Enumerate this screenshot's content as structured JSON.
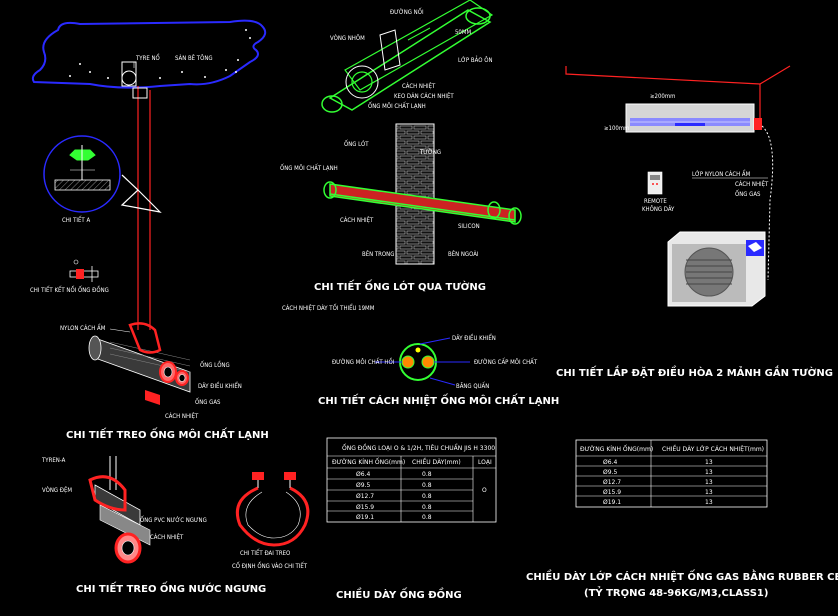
{
  "titles": {
    "hang_refrigerant": "CHI TIẾT TREO ỐNG MÔI CHẤT LẠNH",
    "hang_condensate": "CHI TIẾT TREO ỐNG NƯỚC NGƯNG",
    "sleeve_wall": "CHI TIẾT ỐNG LÓT QUA TƯỜNG",
    "insulation_pipe": "CHI TIẾT CÁCH NHIỆT ỐNG MÔI CHẤT LẠNH",
    "install_ac": "CHI TIẾT LẮP ĐẶT ĐIỀU HÒA 2 MẢNH GẮN TƯỜNG",
    "copper_thickness": "CHIỀU DÀY ỐNG ĐỒNG",
    "insulation_thickness_1": "CHIỀU DÀY LỚP CÁCH NHIỆT ỐNG GAS BẰNG RUBBER CELL",
    "insulation_thickness_2": "(TỶ TRỌNG 48-96KG/M3,CLASS1)"
  },
  "labels": {
    "tyre_no": "TYRE NỔ",
    "san_be_tong": "SÀN BÊ TÔNG",
    "chi_tiet_a": "CHI TIẾT A",
    "chi_tiet_ket_noi": "CHI TIẾT KẾT NỐI ỐNG ĐỒNG",
    "nylon_cach_am": "NYLON CÁCH ẨM",
    "ong_long": "ỐNG LỒNG",
    "day_dieu_khien_left": "DÂY ĐIỀU KHIỂN",
    "ong_gas": "ỐNG GAS",
    "cach_nhiet_left": "CÁCH NHIỆT",
    "tyren": "TYREN-A",
    "vong_dem": "VÒNG ĐỆM",
    "ong_pvc": "ỐNG PVC NƯỚC NGƯNG",
    "cach_nhiet_cond": "CÁCH NHIỆT",
    "chi_tiet_treo_sub": "CHI TIẾT ĐAI TREO",
    "co_dinh": "CỐ ĐỊNH ỐNG VÀO CHI TIẾT",
    "duong_noi": "ĐƯỜNG NỐI",
    "vong_nhom": "VÒNG NHÔM",
    "dim_50": "50MM",
    "lop_bao_on": "LỚP BẢO ÔN",
    "cach_nhiet_top": "CÁCH NHIỆT",
    "keo_dan": "KEO DÁN CÁCH NHIỆT",
    "ong_moi_chat": "ỐNG MÔI CHẤT LẠNH",
    "ong_lot": "ỐNG LÓT",
    "tuong": "TƯỜNG",
    "ong_moi_chat_wall": "ỐNG MÔI CHẤT LẠNH",
    "cach_nhiet_wall": "CÁCH NHIỆT",
    "silicon": "SILICON",
    "ben_trong": "BÊN TRONG",
    "ben_ngoai": "BÊN NGOÀI",
    "cach_nhiet_day": "CÁCH NHIỆT DÀY TỐI THIỂU 19MM",
    "day_dieu_khien": "DÂY ĐIỀU KHIỂN",
    "duong_moi_chat": "ĐƯỜNG MÔI CHẤT HỒI",
    "duong_cap": "ĐƯỜNG CẤP MÔI CHẤT",
    "bang_quan": "BĂNG QUẤN",
    "dim_200": "≥200mm",
    "dim_100": "≥100mm",
    "lop_nylon": "LỚP NYLON CÁCH ẨM",
    "cach_nhiet_ac": "CÁCH NHIỆT",
    "ong_gas_ac": "ỐNG GAS",
    "remote": "REMOTE",
    "khong_day": "KHÔNG DÂY"
  },
  "copper_table": {
    "header": "ỐNG ĐỒNG LOẠI O & 1/2H, TIÊU CHUẨN JIS H 3300",
    "columns": [
      "ĐƯỜNG KÍNH ỐNG(mm)",
      "CHIỀU DÀY(mm)",
      "LOẠI"
    ],
    "rows": [
      [
        "Ø6.4",
        "0.8"
      ],
      [
        "Ø9.5",
        "0.8"
      ],
      [
        "Ø12.7",
        "0.8"
      ],
      [
        "Ø15.9",
        "0.8"
      ],
      [
        "Ø19.1",
        "0.8"
      ]
    ],
    "type": "O"
  },
  "insulation_table": {
    "columns": [
      "ĐƯỜNG KÍNH ỐNG(mm)",
      "CHIỀU DÀY LỚP CÁCH NHIỆT(mm)"
    ],
    "rows": [
      [
        "Ø6.4",
        "13"
      ],
      [
        "Ø9.5",
        "13"
      ],
      [
        "Ø12.7",
        "13"
      ],
      [
        "Ø15.9",
        "13"
      ],
      [
        "Ø19.1",
        "13"
      ]
    ]
  },
  "colors": {
    "background": "#000000",
    "ceiling": "#2a2aff",
    "pipe_green": "#33ff33",
    "pipe_red": "#ff2222",
    "text": "#ffffff",
    "wall": "#cccccc",
    "leader": "#ff66ff"
  }
}
